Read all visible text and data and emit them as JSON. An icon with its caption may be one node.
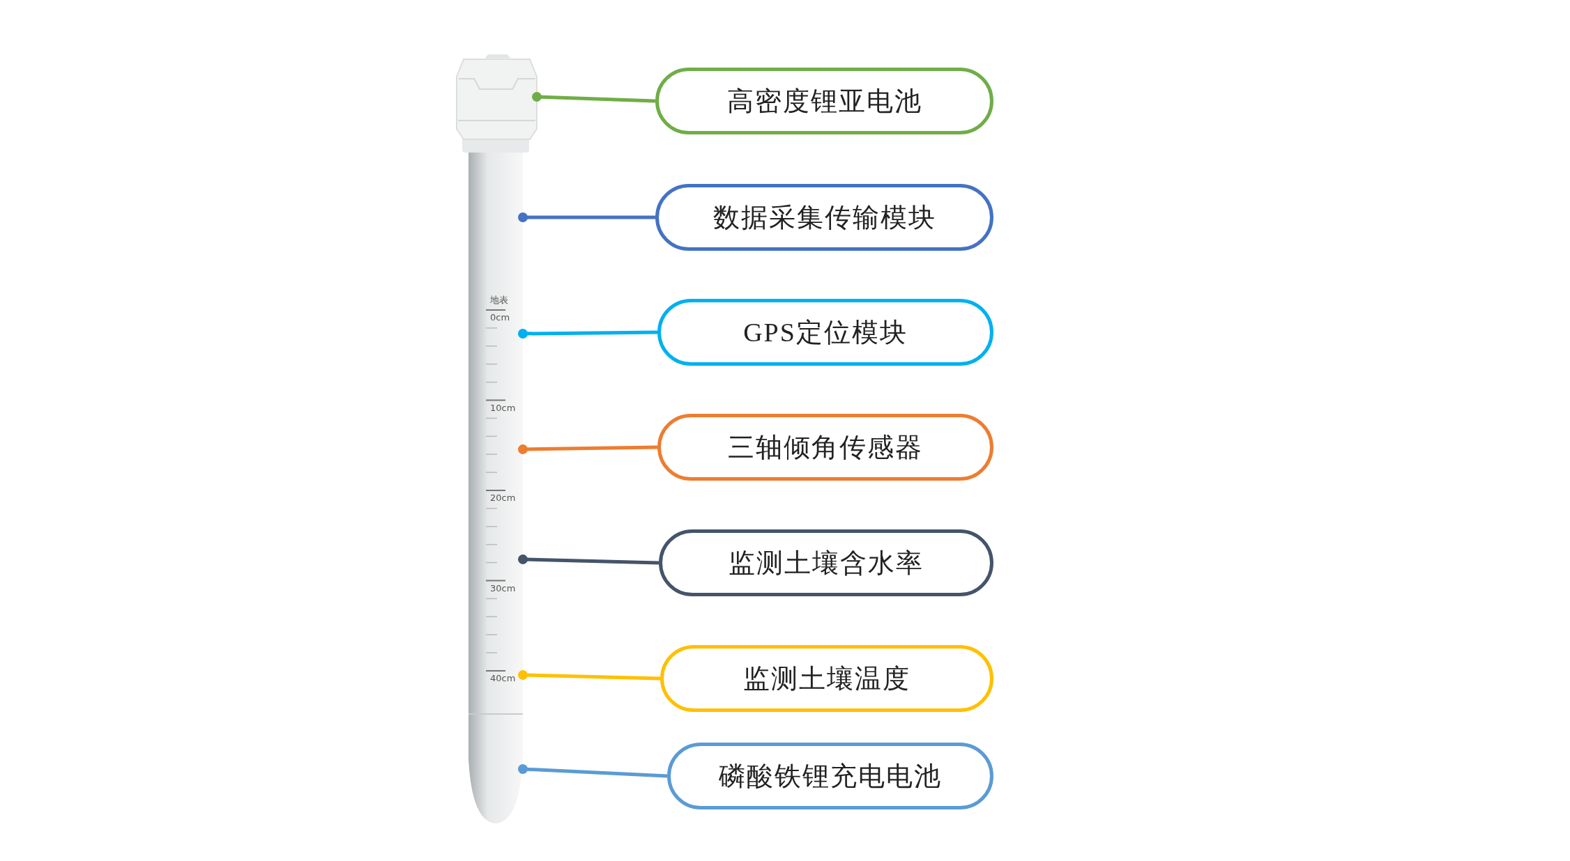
{
  "diagram": {
    "nodes": [
      {
        "text": [],
        "shape": "picture"
      },
      {
        "text": [
          "高密度锂亚电池"
        ]
      },
      {
        "text": [
          "数据采集传输模块"
        ]
      },
      {
        "text": [
          "GPS定位模块"
        ]
      },
      {
        "text": [
          "三轴倾角传感器"
        ]
      },
      {
        "text": [
          "监测土壤含水率"
        ]
      },
      {
        "text": [
          "监测土壤温度"
        ]
      },
      {
        "text": [
          "磷酸铁锂充电电池"
        ]
      }
    ],
    "edges": [
      {
        "from": 1,
        "to": 0,
        "arrow": "other",
        "color": "#70ad47"
      },
      {
        "from": 2,
        "to": 0,
        "arrow": "other",
        "color": "#4472c4"
      },
      {
        "from": 3,
        "to": 0,
        "arrow": "other",
        "color": "#00b0f0"
      },
      {
        "from": 4,
        "to": 0,
        "arrow": "other",
        "color": "#ed7d31"
      },
      {
        "from": 5,
        "to": 0,
        "arrow": "other",
        "color": "#44546a"
      },
      {
        "from": 6,
        "to": 0,
        "arrow": "other",
        "color": "#ffc000"
      },
      {
        "from": 7,
        "to": 0,
        "arrow": "other",
        "color": "#5b9bd5"
      }
    ],
    "labels": [
      "地表",
      "0cm",
      "10cm",
      "20cm",
      "30cm",
      "40cm"
    ]
  }
}
